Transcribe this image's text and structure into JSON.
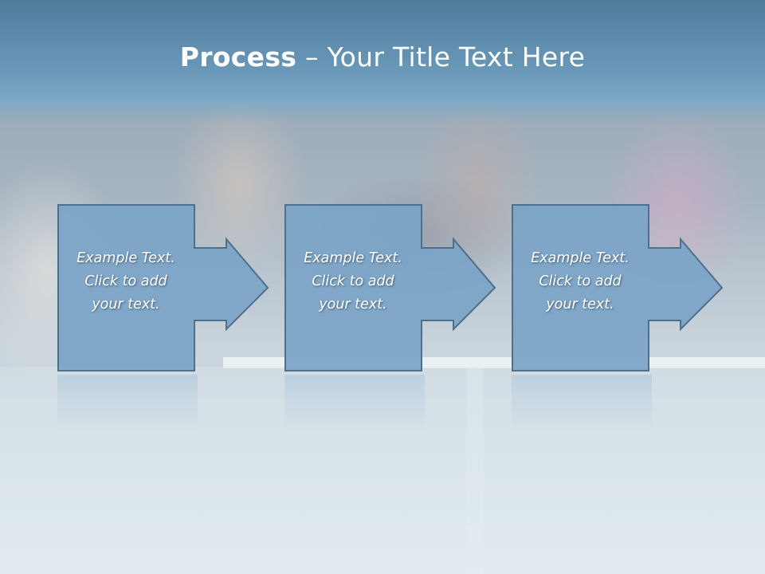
{
  "title": {
    "bold": "Process",
    "rest": " – Your Title Text Here"
  },
  "steps": [
    {
      "line1": "Example Text.",
      "line2": "Click  to add",
      "line3": "your text."
    },
    {
      "line1": "Example Text.",
      "line2": "Click  to add",
      "line3": "your text."
    },
    {
      "line1": "Example Text.",
      "line2": "Click  to add",
      "line3": "your text."
    }
  ],
  "colors": {
    "title_bar": "#5a89aa",
    "box_fill": "#7aa3c6",
    "box_stroke": "#4d6f8c"
  }
}
